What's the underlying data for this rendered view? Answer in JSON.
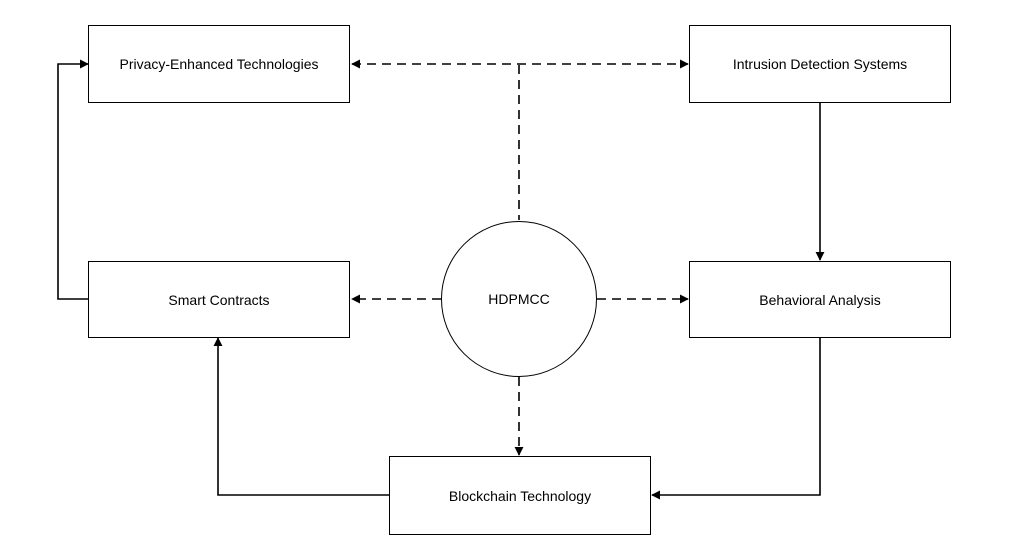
{
  "diagram": {
    "center": {
      "label": "HDPMCC"
    },
    "nodes": {
      "privacy": {
        "label": "Privacy-Enhanced Technologies"
      },
      "intrusion": {
        "label": "Intrusion Detection Systems"
      },
      "smart_contracts": {
        "label": "Smart Contracts"
      },
      "behavioral": {
        "label": "Behavioral Analysis"
      },
      "blockchain": {
        "label": "Blockchain Technology"
      }
    },
    "edges": [
      {
        "from": "privacy",
        "to": "intrusion",
        "style": "dashed",
        "direction": "both"
      },
      {
        "from": "center",
        "to": "privacy-intrusion-link",
        "style": "dashed",
        "direction": "none"
      },
      {
        "from": "center",
        "to": "smart_contracts",
        "style": "dashed",
        "direction": "forward"
      },
      {
        "from": "center",
        "to": "behavioral",
        "style": "dashed",
        "direction": "forward"
      },
      {
        "from": "center",
        "to": "blockchain",
        "style": "dashed",
        "direction": "forward"
      },
      {
        "from": "intrusion",
        "to": "behavioral",
        "style": "solid",
        "direction": "forward"
      },
      {
        "from": "behavioral",
        "to": "blockchain",
        "style": "solid",
        "direction": "forward"
      },
      {
        "from": "blockchain",
        "to": "smart_contracts",
        "style": "solid",
        "direction": "forward"
      },
      {
        "from": "smart_contracts",
        "to": "privacy",
        "style": "solid",
        "direction": "forward"
      }
    ],
    "colors": {
      "stroke": "#000000",
      "background": "#ffffff"
    }
  }
}
